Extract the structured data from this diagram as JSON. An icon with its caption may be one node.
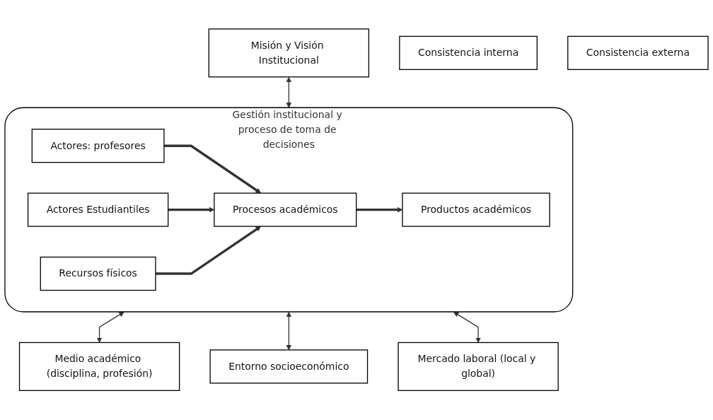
{
  "diagram": {
    "nodes": [
      {
        "text": [
          "Misión y Visión Institucional"
        ]
      },
      {
        "text": [
          "Consistencia interna"
        ]
      },
      {
        "text": [
          "Gestión institucional y proceso de toma de decisiones"
        ]
      },
      {
        "text": [
          "Actores: profesores"
        ],
        "in": 2
      },
      {
        "text": [
          "Actores Estudiantiles"
        ],
        "in": 2
      },
      {
        "text": [
          "Procesos académicos"
        ],
        "in": 2
      },
      {
        "text": [
          "Productos académicos"
        ],
        "in": 2
      },
      {
        "text": [
          "Recursos físicos"
        ],
        "in": 2
      },
      {
        "text": [
          "Medio académico (disciplina, profesión)"
        ]
      },
      {
        "text": [
          "Entorno socioeconómico"
        ]
      },
      {
        "text": [
          "Mercado laboral (local y global)"
        ]
      },
      {
        "text": [
          "Consistencia externa"
        ]
      }
    ],
    "edges": [
      {
        "from": 0,
        "to": 2,
        "arrow": "both"
      },
      {
        "from": 3,
        "to": 5,
        "arrow": "to",
        "style": "thick"
      },
      {
        "from": 4,
        "to": 5,
        "arrow": "to",
        "style": "thick"
      },
      {
        "from": 5,
        "to": 6,
        "arrow": "to",
        "style": "thick"
      },
      {
        "from": 7,
        "to": 5,
        "arrow": "to",
        "style": "thick"
      },
      {
        "from": 2,
        "to": 8,
        "arrow": "both"
      },
      {
        "from": 2,
        "to": 9,
        "arrow": "both"
      },
      {
        "from": 2,
        "to": 10,
        "arrow": "both"
      }
    ]
  }
}
